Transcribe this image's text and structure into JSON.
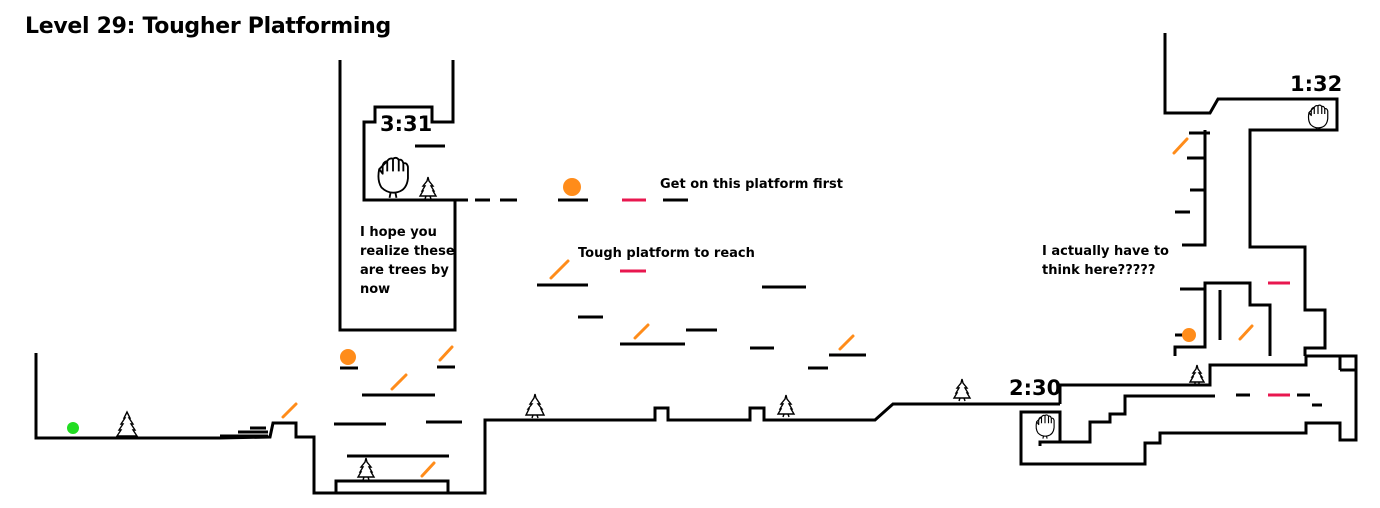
{
  "title": "Level 29: Tougher Platforming",
  "notes": {
    "trees_line1": "I hope you",
    "trees_line2": "realize these",
    "trees_line3": "are trees by",
    "trees_line4": "now",
    "platform_first": "Get on this platform first",
    "tough_platform": "Tough platform to reach",
    "think_line1": "I actually have to",
    "think_line2": "think here?????"
  },
  "timers": {
    "left_glove": "3:31",
    "right_glove": "1:32",
    "lower_glove": "2:30"
  },
  "colors": {
    "wall": "#000000",
    "spring": "#ff8c1a",
    "orb": "#ff8c1a",
    "moving_platform": "#e8174f",
    "player_start": "#22dd22"
  }
}
